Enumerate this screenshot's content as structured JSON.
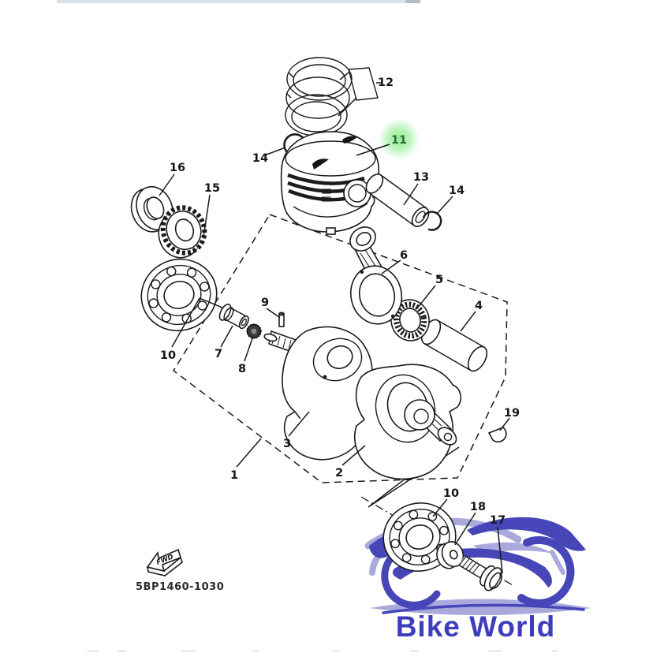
{
  "page": {
    "background": "#ffffff",
    "type": "exploded-parts-diagram",
    "subject": "crankshaft-piston-assembly"
  },
  "top_bar": {
    "color": "#dce2e8",
    "end_cap_color": "#b4bbc3"
  },
  "diagram": {
    "part_number": "5BP1460-1030",
    "fwd_label": "FWD",
    "line_color": "#1a1a1a",
    "highlight": {
      "part_label": "11",
      "glow_color": "#8dec8d",
      "text_color": "#2f6b3a"
    },
    "callouts": [
      {
        "label": "12",
        "part": "piston-ring-set"
      },
      {
        "label": "11",
        "part": "piston",
        "highlighted": true
      },
      {
        "label": "14",
        "part": "piston-pin-clip-left"
      },
      {
        "label": "16",
        "part": "washer-collar"
      },
      {
        "label": "15",
        "part": "timing-sprocket"
      },
      {
        "label": "13",
        "part": "piston-pin"
      },
      {
        "label": "14",
        "part": "piston-pin-clip-right"
      },
      {
        "label": "6",
        "part": "connecting-rod"
      },
      {
        "label": "5",
        "part": "big-end-needle-bearing"
      },
      {
        "label": "4",
        "part": "crank-pin"
      },
      {
        "label": "9",
        "part": "dowel-pin"
      },
      {
        "label": "7",
        "part": "spacer-collar"
      },
      {
        "label": "8",
        "part": "nut"
      },
      {
        "label": "10",
        "part": "main-bearing-left"
      },
      {
        "label": "3",
        "part": "crank-half-left"
      },
      {
        "label": "2",
        "part": "crank-half-right"
      },
      {
        "label": "1",
        "part": "crankshaft-assembly"
      },
      {
        "label": "19",
        "part": "woodruff-key"
      },
      {
        "label": "10",
        "part": "main-bearing-right"
      },
      {
        "label": "18",
        "part": "plain-washer"
      },
      {
        "label": "17",
        "part": "flange-bolt"
      }
    ]
  },
  "watermark": {
    "brand": "Bike World",
    "blue": "#4746b8",
    "light_blue": "#a9a9dc",
    "text_color": "#3d3dbd"
  }
}
